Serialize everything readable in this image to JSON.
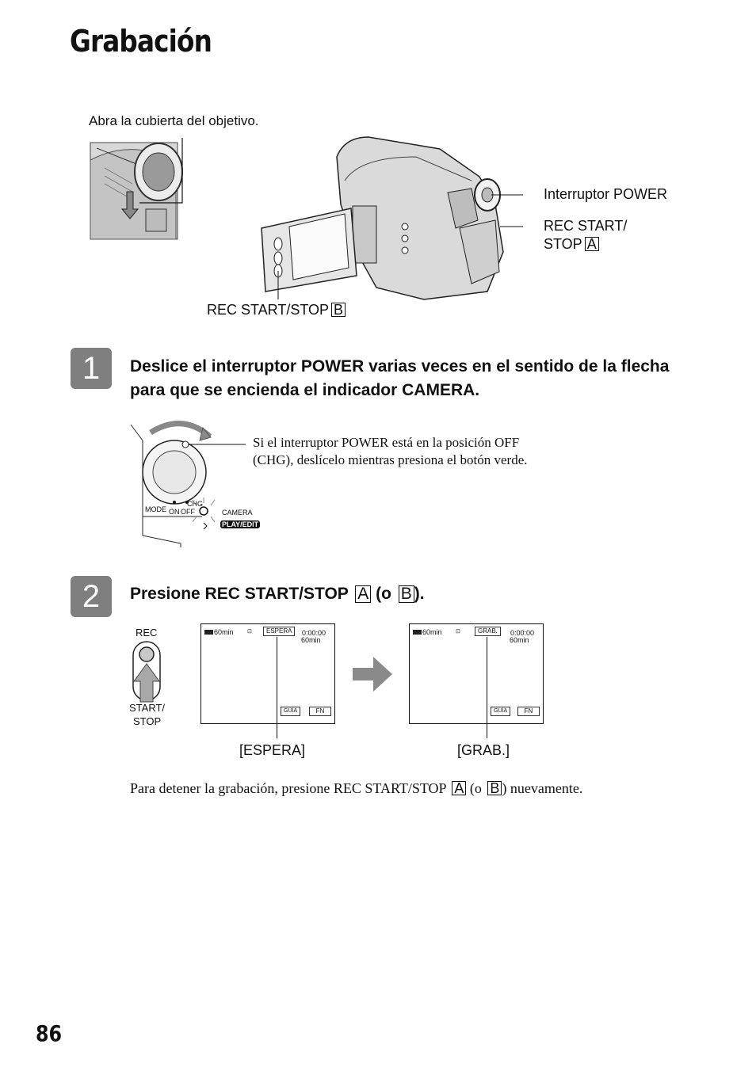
{
  "page": {
    "title": "Grabación",
    "page_number": "86"
  },
  "figure1": {
    "lens_cover_caption": "Abra la cubierta del objetivo.",
    "label_power": "Interruptor POWER",
    "label_rec_a_line1": "REC START/",
    "label_rec_a_line2": "STOP",
    "box_a": "A",
    "label_rec_b": "REC START/STOP",
    "box_b": "B"
  },
  "step1": {
    "number": "1",
    "text": "Deslice el interruptor POWER varias veces en el sentido de la flecha para que se encienda el indicador CAMERA.",
    "note_line1": "Si el interruptor POWER está en la posición OFF",
    "note_line2": "(CHG), deslícelo mientras presiona el botón verde.",
    "dial": {
      "mode": "MODE",
      "on": "ON",
      "off": "OFF",
      "chg": "CHG",
      "camera": "CAMERA",
      "play_edit": "PLAY/EDIT"
    }
  },
  "step2": {
    "number": "2",
    "text_prefix": "Presione REC START/STOP",
    "box_a": "A",
    "text_mid": "(o",
    "box_b": "B",
    "text_suffix": ").",
    "button_top": "REC",
    "button_bottom_line1": "START/",
    "button_bottom_line2": "STOP",
    "screen_left": {
      "battery": "60min",
      "status": "ESPERA",
      "time": "0:00:00",
      "remaining": "60min",
      "guide": "GUÍA",
      "fn": "FN",
      "caption": "[ESPERA]"
    },
    "screen_right": {
      "battery": "60min",
      "status": "GRAB.",
      "time": "0:00:00",
      "remaining": "60min",
      "guide": "GUÍA",
      "fn": "FN",
      "caption": "[GRAB.]"
    },
    "footer_prefix": "Para detener la grabación, presione REC START/STOP",
    "footer_box_a": "A",
    "footer_mid": "(o",
    "footer_box_b": "B",
    "footer_suffix": ") nuevamente."
  }
}
